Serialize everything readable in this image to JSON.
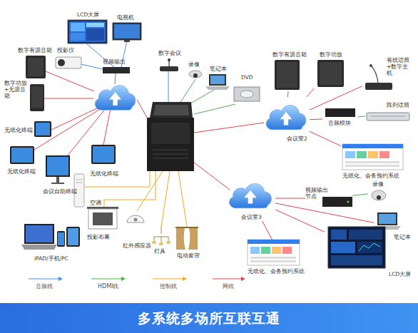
{
  "diagram": {
    "title": "多系统多场所互联互通",
    "nodes": [
      {
        "text": [
          "LCD大屏"
        ]
      },
      {
        "text": [
          "电视机"
        ]
      },
      {
        "text": [
          "数字有源音箱"
        ]
      },
      {
        "text": [
          "投影仪"
        ]
      },
      {
        "text": [
          "视频输出"
        ]
      },
      {
        "text": [
          "数字会议"
        ]
      },
      {
        "text": [
          "录像"
        ]
      },
      {
        "text": [
          "笔记本"
        ]
      },
      {
        "text": [
          "DVD"
        ]
      },
      {
        "text": [
          "数字有源音箱"
        ]
      },
      {
        "text": [
          "数字功放"
        ]
      },
      {
        "text": [
          "有线话筒+数字主机"
        ]
      },
      {
        "text": [
          "数字功放+无源音箱"
        ]
      },
      {
        "text": [
          "阵列话筒"
        ]
      },
      {
        "text": [
          "音频模块"
        ]
      },
      {
        "text": [
          "会议室2"
        ]
      },
      {
        "text": [
          "无纸化终端"
        ]
      },
      {
        "text": [
          "无纸化终端"
        ]
      },
      {
        "text": [
          "无纸化终端"
        ]
      },
      {
        "text": [
          "会议自助终端"
        ]
      },
      {
        "text": [
          "空调"
        ]
      },
      {
        "text": [
          "无纸化、会务预约系统"
        ]
      },
      {
        "text": [
          "会议室3"
        ]
      },
      {
        "text": [
          "视频输出节点"
        ]
      },
      {
        "text": [
          "录像"
        ]
      },
      {
        "text": [
          "投影布幕"
        ]
      },
      {
        "text": [
          "红外感应器"
        ]
      },
      {
        "text": [
          "灯具"
        ]
      },
      {
        "text": [
          "笔记本"
        ]
      },
      {
        "text": [
          "电动窗帘"
        ]
      },
      {
        "text": [
          "iPAD/手机/PC"
        ]
      },
      {
        "text": [
          "LCD大屏"
        ]
      },
      {
        "text": [
          "无纸化、会务预约系统"
        ]
      }
    ],
    "edges": [
      {
        "from": 15,
        "to": 9,
        "arrow": "none"
      },
      {
        "from": 15,
        "to": 10,
        "arrow": "none"
      },
      {
        "from": 15,
        "to": 11,
        "arrow": "none"
      },
      {
        "from": 15,
        "to": 14,
        "arrow": "none"
      },
      {
        "from": 14,
        "to": 13,
        "arrow": "none"
      },
      {
        "from": 15,
        "to": 21,
        "arrow": "none"
      },
      {
        "from": 22,
        "to": 23,
        "arrow": "none"
      },
      {
        "from": 23,
        "to": 24,
        "arrow": "none"
      },
      {
        "from": 22,
        "to": 28,
        "arrow": "none"
      },
      {
        "from": 22,
        "to": 31,
        "arrow": "none"
      },
      {
        "from": 22,
        "to": 32,
        "arrow": "none"
      }
    ],
    "legend": [
      {
        "text": "音频线"
      },
      {
        "text": "HDMI线"
      },
      {
        "text": "控制线"
      },
      {
        "text": "网线"
      }
    ]
  }
}
